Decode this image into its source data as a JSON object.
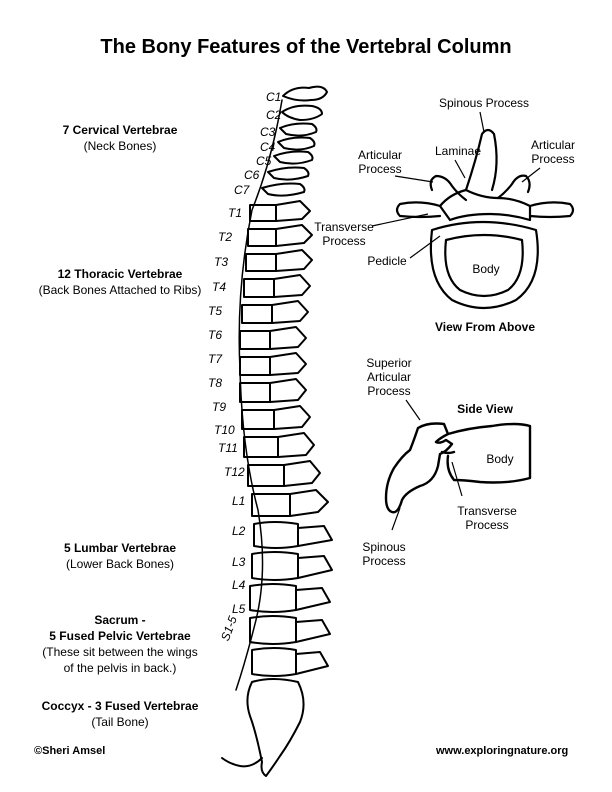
{
  "title": "The Bony Features of the Vertebral Column",
  "groups": {
    "cervical": {
      "name": "7 Cervical Vertebrae",
      "note": "(Neck Bones)"
    },
    "thoracic": {
      "name": "12 Thoracic Vertebrae",
      "note": "(Back Bones Attached to Ribs)"
    },
    "lumbar": {
      "name": "5 Lumbar Vertebrae",
      "note": "(Lower Back Bones)"
    },
    "sacrum": {
      "name1": "Sacrum -",
      "name2": "5 Fused Pelvic Vertebrae",
      "note1": "(These sit between the wings",
      "note2": "of the pelvis in back.)"
    },
    "coccyx": {
      "name": "Coccyx - 3 Fused Vertebrae",
      "note": "(Tail Bone)"
    }
  },
  "vertebra_labels": [
    "C1",
    "C2",
    "C3",
    "C4",
    "C5",
    "C6",
    "C7",
    "T1",
    "T2",
    "T3",
    "T4",
    "T5",
    "T6",
    "T7",
    "T8",
    "T9",
    "T10",
    "T11",
    "T12",
    "L1",
    "L2",
    "L3",
    "L4",
    "L5",
    "S1-5"
  ],
  "top_view": {
    "spinous": "Spinous Process",
    "laminae": "Laminae",
    "articular_left": [
      "Articular",
      "Process"
    ],
    "articular_right": [
      "Articular",
      "Process"
    ],
    "transverse": [
      "Transverse",
      "Process"
    ],
    "pedicle": "Pedicle",
    "body": "Body",
    "caption": "View From Above"
  },
  "side_view": {
    "caption": "Side View",
    "superior": [
      "Superior",
      "Articular",
      "Process"
    ],
    "body": "Body",
    "transverse": [
      "Transverse",
      "Process"
    ],
    "spinous": [
      "Spinous",
      "Process"
    ]
  },
  "footer": {
    "credit": "©Sheri Amsel",
    "site": "www.exploringnature.org"
  }
}
